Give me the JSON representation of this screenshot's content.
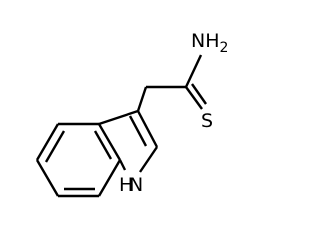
{
  "molecule": {
    "atom_labels": {
      "amine": "NH",
      "amine_subscript": "2",
      "thione": "S",
      "indole_nh": "H",
      "indole_n": "N"
    }
  }
}
